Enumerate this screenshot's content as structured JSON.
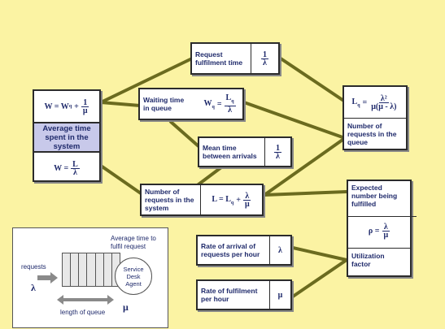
{
  "colors": {
    "background": "#fbf3a3",
    "connector": "#6b6b1f",
    "accent_panel": "#c8c9ea",
    "text": "#1f2a6b"
  },
  "left_box": {
    "formula_top": {
      "lhs": "W = W",
      "sub": "q",
      "plus": "+",
      "num": "1",
      "den": "μ"
    },
    "label": "Average time\nspent in the\nsystem",
    "formula_bottom": {
      "lhs": "W =",
      "num": "L",
      "den": "λ"
    }
  },
  "request_fulfilment": {
    "label": "Request\nfulfilment time",
    "num": "1",
    "den": "λ"
  },
  "waiting_time": {
    "label": "Waiting time\nin queue",
    "lhs": "W",
    "sub": "q",
    "eq": "=",
    "num": "L",
    "num_sub": "q",
    "den": "λ"
  },
  "mean_time": {
    "label": "Mean time\nbetween arrivals",
    "num": "1",
    "den": "λ"
  },
  "number_in_system": {
    "label": "Number of\nrequests in the\nsystem",
    "lhs": "L = L",
    "sub": "q",
    "plus": "+",
    "num": "λ",
    "den": "μ"
  },
  "number_in_queue": {
    "lhs": "L",
    "sub": "q",
    "eq": "=",
    "num": "λ²",
    "den": "μ(μ - λ)",
    "label": "Number of\nrequests in the\nqueue"
  },
  "utilization": {
    "label_top": "Expected\nnumber being\nfulfilled",
    "lhs": "ρ =",
    "num": "λ",
    "den": "μ",
    "label_bottom": "Utilization\nfactor"
  },
  "arrival_rate": {
    "label": "Rate of arrival of\nrequests per hour",
    "symbol": "λ"
  },
  "fulfilment_rate": {
    "label": "Rate of fulfilment\nper hour",
    "symbol": "μ"
  },
  "legend": {
    "avg_time": "Average time to\nfulfil request",
    "requests": "requests",
    "lambda": "λ",
    "agent": "Service\nDesk\nAgent",
    "mu": "μ",
    "queue_length": "length of queue"
  }
}
